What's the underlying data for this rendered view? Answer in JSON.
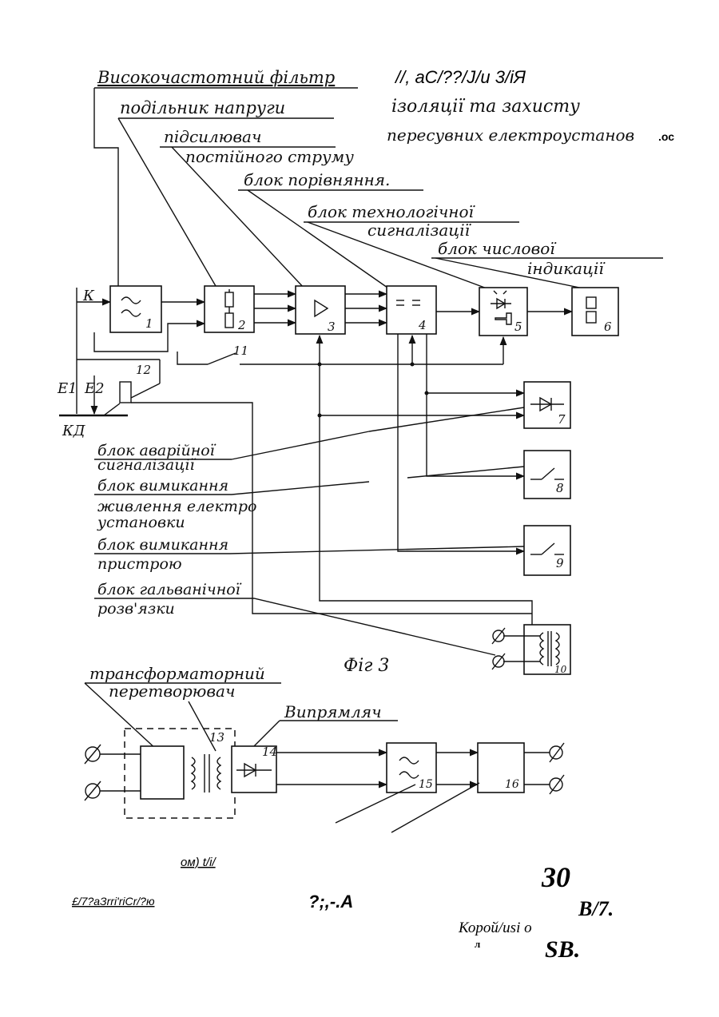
{
  "header": {
    "title_top": "//, aC/??/J/u 3/iЯ",
    "title_line2": "ізоляції та захисту",
    "title_line3": "пересувних електроустанов",
    "title_suffix": ".ос"
  },
  "labels": {
    "hp_filter": "Високочастотний фільтр",
    "voltage_divider": "подільник напруги",
    "amp_line1": "підсилювач",
    "amp_line2": "постійного струму",
    "compare": "блок порівняння.",
    "tech_sig_line1": "блок технологічної",
    "tech_sig_line2": "сигналізації",
    "num_ind_line1": "блок числової",
    "num_ind_line2": "індикації",
    "alarm_line1": "блок аварійної",
    "alarm_line2": "сигналізації",
    "off_power_line1": "блок вимикання",
    "off_power_line2": "живлення електро",
    "off_power_line3": "установки",
    "off_device_line1": "блок вимикання",
    "off_device_line2": "пристрою",
    "galv_line1": "блок гальванічної",
    "galv_line2": "розв'язки",
    "transformer_line1": "трансформаторний",
    "transformer_line2": "перетворювач",
    "rectifier": "Випрямляч",
    "fig": "Фіг 3"
  },
  "terminals": {
    "k": "К",
    "kd": "КД",
    "e1": "E1",
    "e2": "E2"
  },
  "block_numbers": {
    "b1": "1",
    "b2": "2",
    "b3": "3",
    "b4": "4",
    "b5": "5",
    "b6": "6",
    "b7": "7",
    "b8": "8",
    "b9": "9",
    "b10": "10",
    "b11": "11",
    "b12": "12",
    "b13": "13",
    "b14": "14",
    "b15": "15",
    "b16": "16"
  },
  "footer": {
    "line1": "ом) t/i/",
    "line2": "£/7?aЗrri'riCr/?ю",
    "mid": "?;,-.A",
    "num": "30",
    "b7": "B/7.",
    "korop": "Корой/usi о",
    "l": "л",
    "sb": "SB."
  }
}
